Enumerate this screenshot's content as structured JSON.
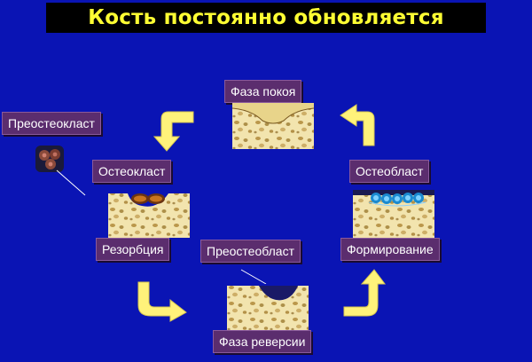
{
  "title": "Кость постоянно обновляется",
  "labels": {
    "rest": "Фаза покоя",
    "preosteoclast": "Преостеокласт",
    "osteoclast": "Остеокласт",
    "resorption": "Резорбция",
    "preosteoblast": "Преостеобласт",
    "reversal": "Фаза реверсии",
    "osteoblast": "Остеобласт",
    "formation": "Формирование"
  },
  "colors": {
    "background": "#0a14b4",
    "title_text": "#ffff33",
    "label_bg": "#5b2d6e",
    "arrow": "#fff27a",
    "bone": "#f0e1a8"
  },
  "icons": {
    "cycle_arrows": "curved-arrow",
    "cells": "cell-cluster"
  }
}
